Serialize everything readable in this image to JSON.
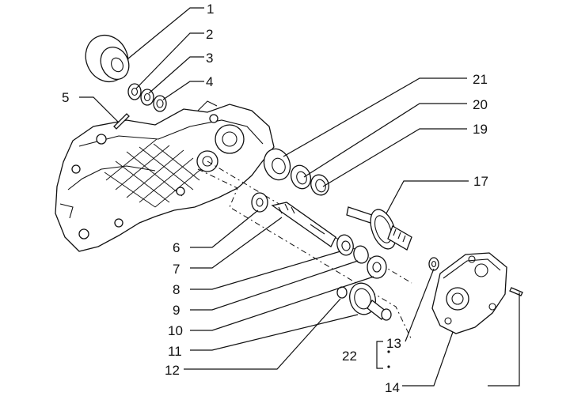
{
  "diagram": {
    "callouts": [
      {
        "id": "c1",
        "label": "1"
      },
      {
        "id": "c2",
        "label": "2"
      },
      {
        "id": "c3",
        "label": "3"
      },
      {
        "id": "c4",
        "label": "4"
      },
      {
        "id": "c5",
        "label": "5"
      },
      {
        "id": "c6",
        "label": "6"
      },
      {
        "id": "c7",
        "label": "7"
      },
      {
        "id": "c8",
        "label": "8"
      },
      {
        "id": "c9",
        "label": "9"
      },
      {
        "id": "c10",
        "label": "10"
      },
      {
        "id": "c11",
        "label": "11"
      },
      {
        "id": "c12",
        "label": "12"
      },
      {
        "id": "c13",
        "label": "13"
      },
      {
        "id": "c14",
        "label": "14"
      },
      {
        "id": "c17",
        "label": "17"
      },
      {
        "id": "c19",
        "label": "19"
      },
      {
        "id": "c20",
        "label": "20"
      },
      {
        "id": "c21",
        "label": "21"
      },
      {
        "id": "c22",
        "label": "22"
      }
    ]
  }
}
